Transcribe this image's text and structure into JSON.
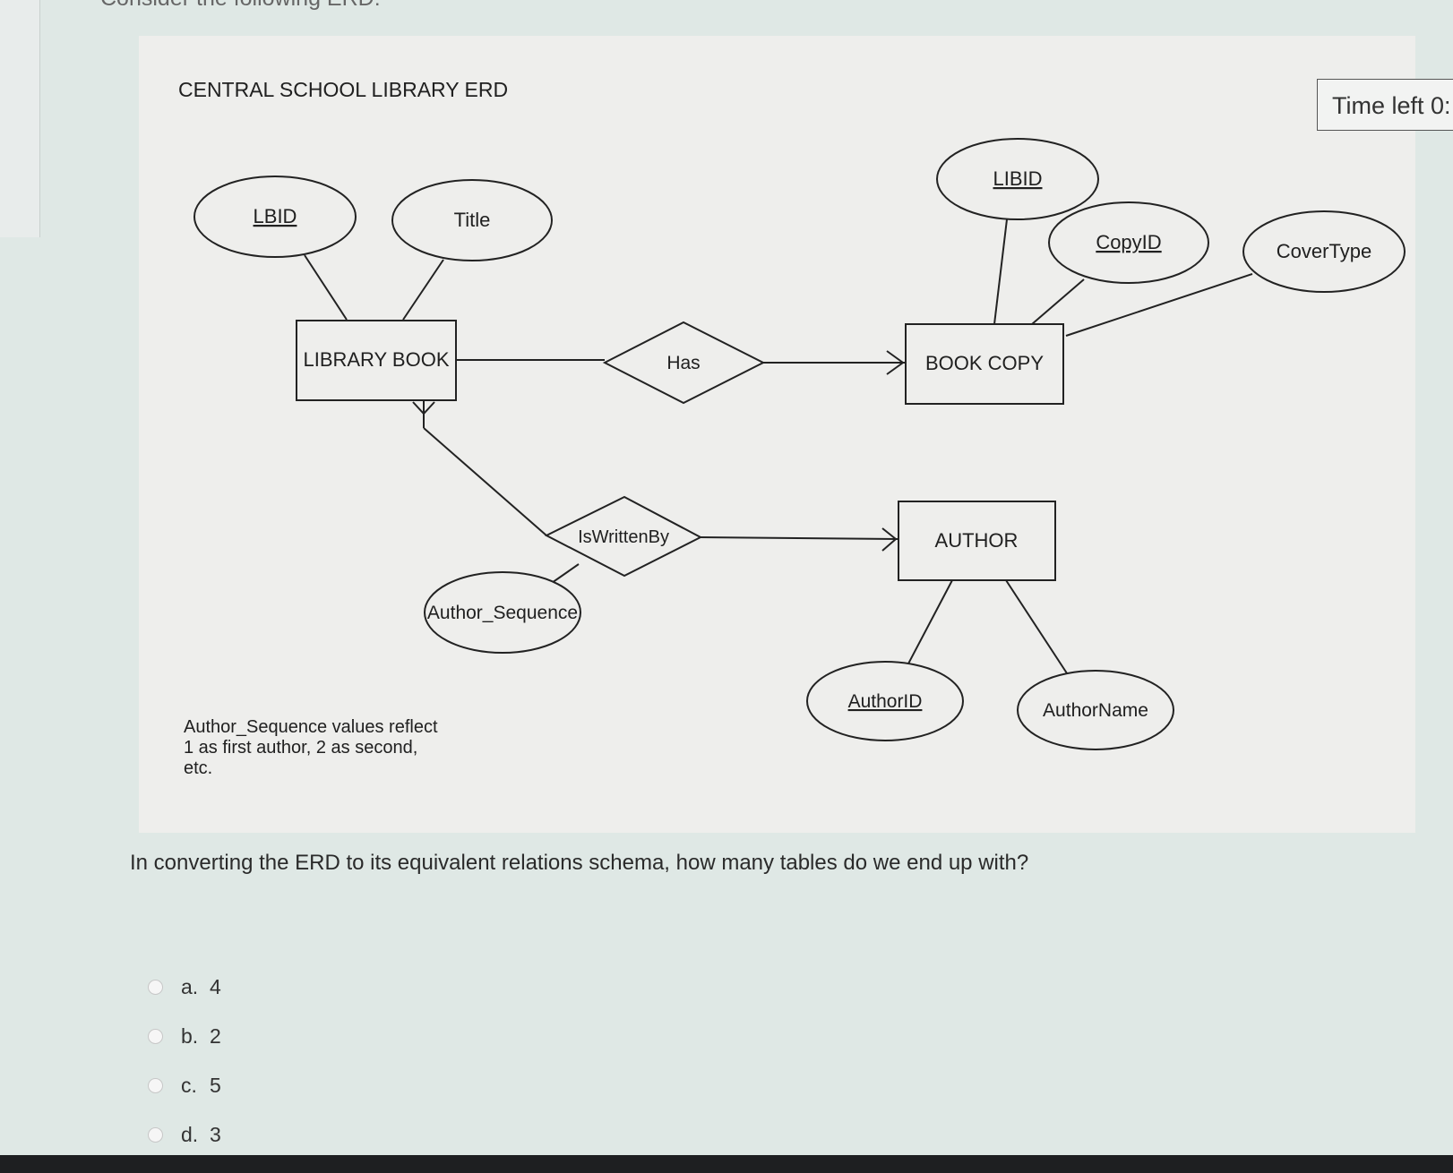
{
  "page": {
    "heading": "Consider the following ERD:"
  },
  "timer": {
    "label": "Time left 0:"
  },
  "erd": {
    "title": "CENTRAL SCHOOL LIBRARY ERD",
    "entities": {
      "library_book": "LIBRARY BOOK",
      "book_copy": "BOOK COPY",
      "author": "AUTHOR"
    },
    "relationships": {
      "has": "Has",
      "is_written_by": "IsWrittenBy"
    },
    "attributes": {
      "lbid": "LBID",
      "title": "Title",
      "libid": "LIBID",
      "copyid": "CopyID",
      "covertype": "CoverType",
      "author_sequence": "Author_Sequence",
      "authorid": "AuthorID",
      "authorname": "AuthorName"
    },
    "note_lines": [
      "Author_Sequence values reflect",
      "1 as first author, 2 as second,",
      "etc."
    ]
  },
  "question": {
    "text": "In converting the ERD to its equivalent relations schema, how many tables do we end up with?"
  },
  "options": [
    {
      "letter": "a.",
      "value": "4"
    },
    {
      "letter": "b.",
      "value": "2"
    },
    {
      "letter": "c.",
      "value": "5"
    },
    {
      "letter": "d.",
      "value": "3"
    }
  ]
}
